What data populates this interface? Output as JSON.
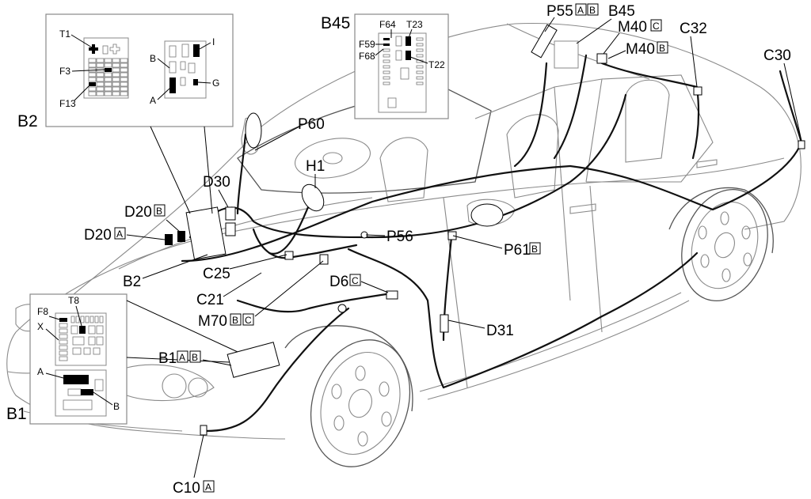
{
  "diagram": {
    "inset_b2": {
      "title": "B2",
      "callouts": {
        "t1": "T1",
        "f3": "F3",
        "f13": "F13",
        "b": "B",
        "a": "A",
        "i": "I",
        "g": "G"
      }
    },
    "inset_b45": {
      "title": "B45",
      "callouts": {
        "f64": "F64",
        "t23": "T23",
        "f59": "F59",
        "f68": "F68",
        "t22": "T22"
      }
    },
    "inset_b1": {
      "title": "B1",
      "callouts": {
        "f8": "F8",
        "t8": "T8",
        "x": "X",
        "a": "A",
        "b": "B"
      }
    },
    "components": {
      "p55": {
        "label": "P55",
        "variants": [
          "A",
          "B"
        ]
      },
      "b45": {
        "label": "B45"
      },
      "m40c": {
        "label": "M40",
        "variants": [
          "C"
        ]
      },
      "m40b": {
        "label": "M40",
        "variants": [
          "B"
        ]
      },
      "c32": {
        "label": "C32"
      },
      "c30": {
        "label": "C30"
      },
      "p60": {
        "label": "P60"
      },
      "h1": {
        "label": "H1"
      },
      "d30": {
        "label": "D30"
      },
      "d20b": {
        "label": "D20",
        "variants": [
          "B"
        ]
      },
      "d20a": {
        "label": "D20",
        "variants": [
          "A"
        ]
      },
      "p56": {
        "label": "P56"
      },
      "p61b": {
        "label": "P61",
        "variants": [
          "B"
        ]
      },
      "b2": {
        "label": "B2"
      },
      "c25": {
        "label": "C25"
      },
      "d6c": {
        "label": "D6",
        "variants": [
          "C"
        ]
      },
      "c21": {
        "label": "C21"
      },
      "m70": {
        "label": "M70",
        "variants": [
          "B",
          "C"
        ]
      },
      "d31": {
        "label": "D31"
      },
      "b1": {
        "label": "B1",
        "variants": [
          "A",
          "B"
        ]
      },
      "c10a": {
        "label": "C10",
        "variants": [
          "A"
        ]
      }
    }
  }
}
